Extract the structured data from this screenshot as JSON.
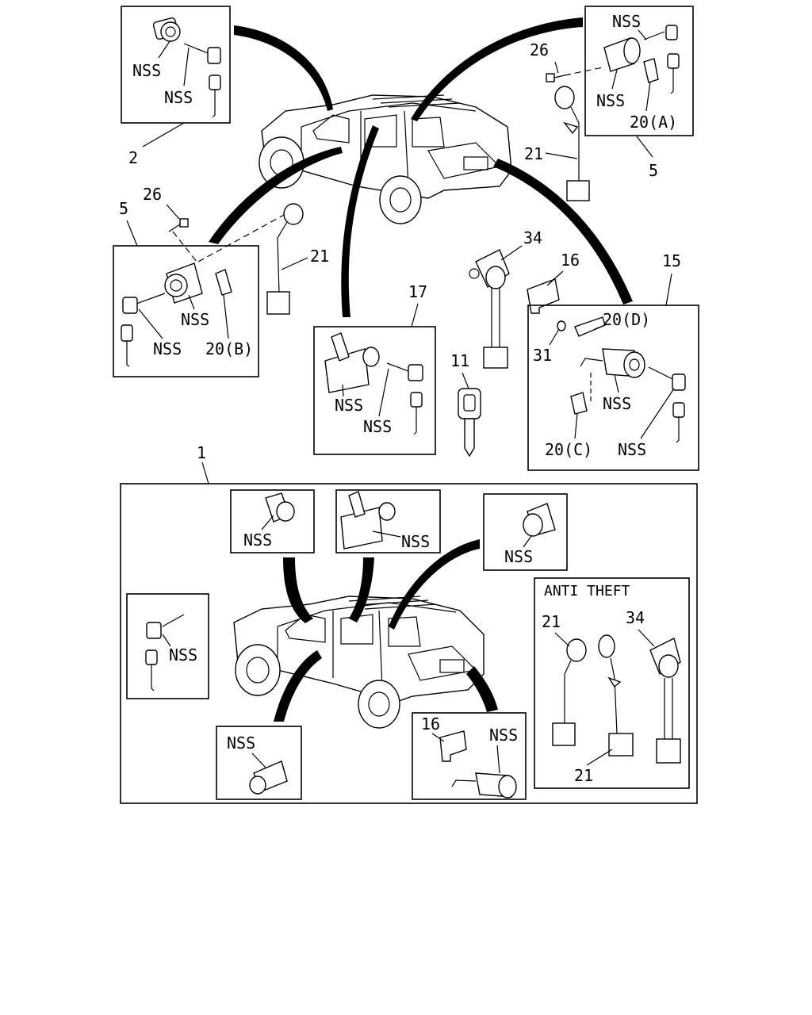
{
  "labels": {
    "nss": "NSS",
    "ref_2": "2",
    "ref_5": "5",
    "ref_26": "26",
    "ref_20a": "20(A)",
    "ref_20b": "20(B)",
    "ref_20c": "20(C)",
    "ref_20d": "20(D)",
    "ref_21": "21",
    "ref_34": "34",
    "ref_16": "16",
    "ref_15": "15",
    "ref_17": "17",
    "ref_11": "11",
    "ref_31": "31",
    "ref_1": "1",
    "anti_theft": "ANTI THEFT"
  }
}
